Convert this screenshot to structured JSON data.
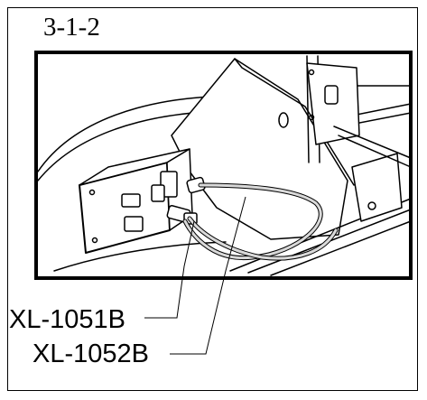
{
  "figure": {
    "step_label": "3-1-2",
    "callouts": [
      {
        "label": "XL-1051B"
      },
      {
        "label": "XL-1052B"
      }
    ]
  },
  "colors": {
    "line": "#000000",
    "background": "#ffffff",
    "cable_fill": "#d9d9d9",
    "panel_fill": "#ffffff"
  }
}
